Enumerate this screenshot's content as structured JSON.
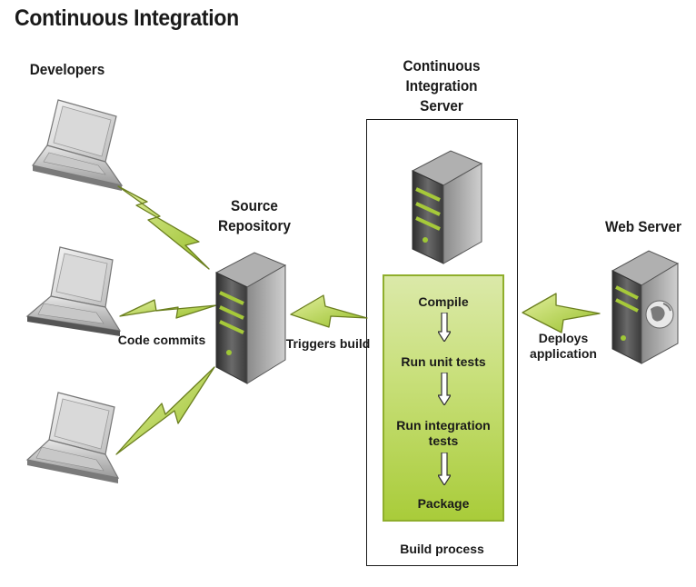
{
  "title": "Continuous Integration",
  "developers_label": "Developers",
  "source_repository_label": [
    "Source",
    "Repository"
  ],
  "ci_server_label": [
    "Continuous",
    "Integration",
    "Server"
  ],
  "web_server_label": "Web Server",
  "code_commits_label": "Code commits",
  "triggers_build_label": "Triggers build",
  "deploys_label": [
    "Deploys",
    "application"
  ],
  "build_steps": [
    "Compile",
    "Run unit tests",
    "Run integration tests",
    "Package"
  ],
  "build_process_label": "Build process",
  "colors": {
    "accent_green": "#a6c93a",
    "lightning_fill": "#b5d44a",
    "server_dark": "#3a3a3a"
  },
  "icons": [
    "laptop-icon",
    "server-icon",
    "web-server-icon",
    "lightning-connector-icon",
    "down-arrow-icon"
  ]
}
